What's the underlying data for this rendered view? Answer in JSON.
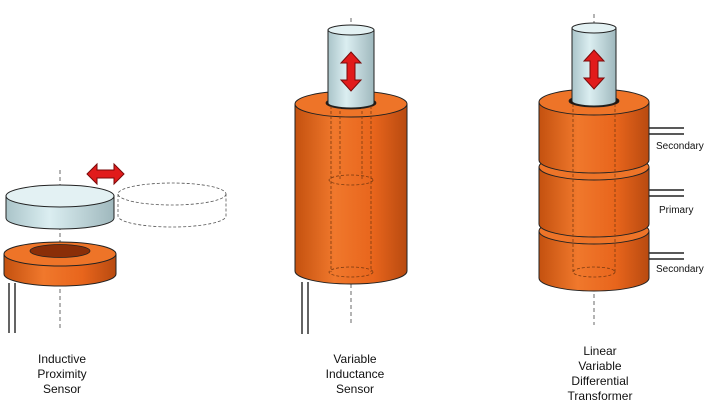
{
  "sensors": [
    {
      "id": "inductive-proximity",
      "caption_lines": [
        "Inductive",
        "Proximity",
        "Sensor"
      ],
      "motion": "horizontal"
    },
    {
      "id": "variable-inductance",
      "caption_lines": [
        "Variable",
        "Inductance",
        "Sensor"
      ],
      "motion": "vertical"
    },
    {
      "id": "lvdt",
      "caption_lines": [
        "Linear",
        "Variable",
        "Differential",
        "Transformer"
      ],
      "motion": "vertical",
      "windings": [
        "Secondary",
        "Primary",
        "Secondary"
      ]
    }
  ],
  "colors": {
    "coil": "#e8651c",
    "coil_dark": "#b84a10",
    "core": "#c7dfe3",
    "arrow": "#e11b1b",
    "outline": "#222222"
  }
}
